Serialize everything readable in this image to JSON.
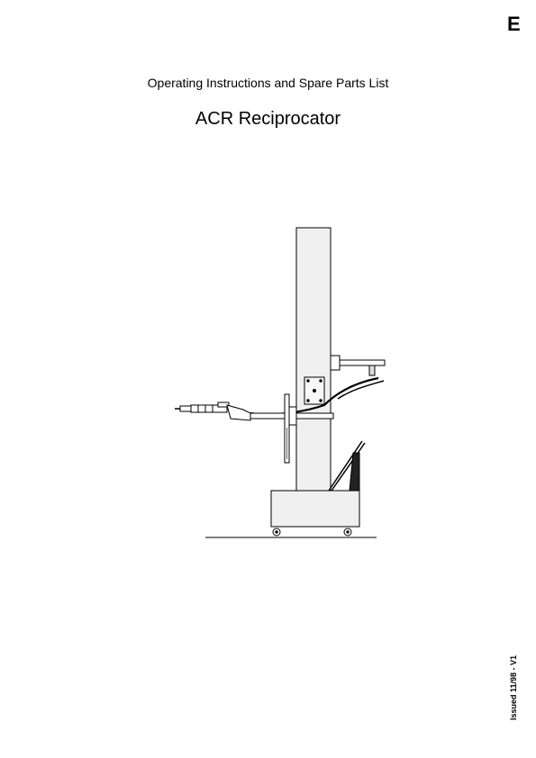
{
  "page": {
    "language_code": "E",
    "subtitle": "Operating Instructions and Spare Parts List",
    "title": "ACR Reciprocator",
    "issue_note": "Issued 11/98 - V1"
  },
  "figure": {
    "subject": "reciprocator-with-spray-gun"
  }
}
